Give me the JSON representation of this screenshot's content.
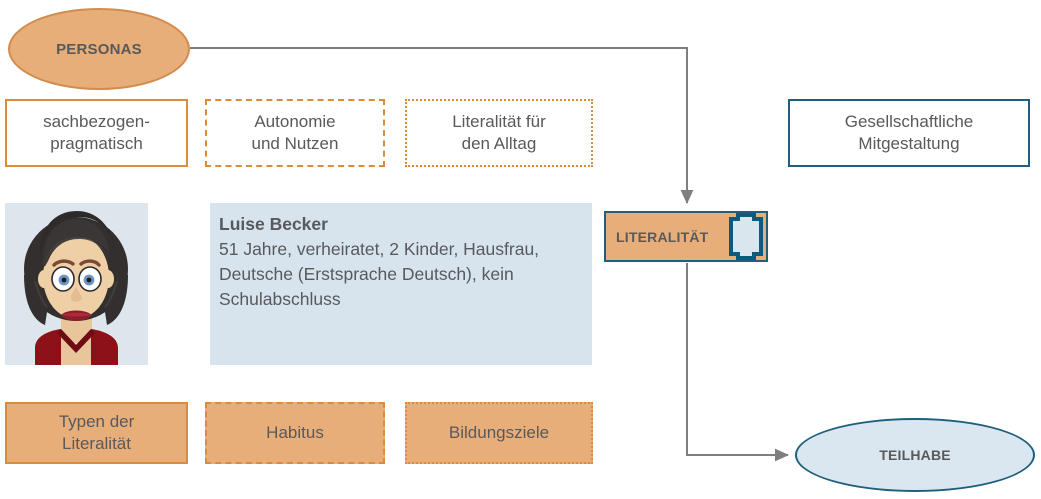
{
  "diagram": {
    "title": "Personas Literalität Teilhabe Diagramm",
    "nodes": {
      "personas": {
        "label": "PERSONAS",
        "shape": "ellipse",
        "fill": "#E8AE7A",
        "stroke": "#D38B4C"
      },
      "literalitaet": {
        "label": "LITERALITÄT",
        "shape": "rect",
        "fill": "#E8AE7A",
        "stroke": "#1F5F7E",
        "icon": "book-icon"
      },
      "teilhabe": {
        "label": "TEILHABE",
        "shape": "ellipse",
        "fill": "#DBE7F0",
        "stroke": "#1F5F7E"
      }
    },
    "top_boxes": [
      {
        "label": "sachbezogen-\npragmatisch",
        "line1": "sachbezogen-",
        "line2": "pragmatisch",
        "border": "solid",
        "color": "#D98C3E"
      },
      {
        "label": "Autonomie und Nutzen",
        "line1": "Autonomie",
        "line2": "und Nutzen",
        "border": "dashed",
        "color": "#D98C3E"
      },
      {
        "label": "Literalität für den Alltag",
        "line1": "Literalität für",
        "line2": "den Alltag",
        "border": "dotted",
        "color": "#D98C3E"
      },
      {
        "label": "Gesellschaftliche Mitgestaltung",
        "line1": "Gesellschaftliche",
        "line2": "Mitgestaltung",
        "border": "solid",
        "color": "#1F5F7E"
      }
    ],
    "bottom_boxes": [
      {
        "label": "Typen der Literalität",
        "line1": "Typen der",
        "line2": "Literalität",
        "border": "solid",
        "color": "#D98C3E"
      },
      {
        "label": "Habitus",
        "line1": "Habitus",
        "line2": "",
        "border": "dashed",
        "color": "#D98C3E"
      },
      {
        "label": "Bildungsziele",
        "line1": "Bildungsziele",
        "line2": "",
        "border": "dotted",
        "color": "#D98C3E"
      }
    ],
    "persona": {
      "name": "Luise Becker",
      "description": "51 Jahre, verheiratet, 2 Kinder, Hausfrau, Deutsche (Erstsprache Deutsch), kein Schulabschluss",
      "avatar_alt": "portrait-illustration-woman",
      "panel_bg": "#D7E4EE"
    },
    "connectors": [
      {
        "from": "personas",
        "to": "literalitaet",
        "style": "elbow-arrow",
        "color": "#7F7F7F"
      },
      {
        "from": "literalitaet",
        "to": "teilhabe",
        "style": "elbow-arrow",
        "color": "#7F7F7F"
      }
    ]
  }
}
